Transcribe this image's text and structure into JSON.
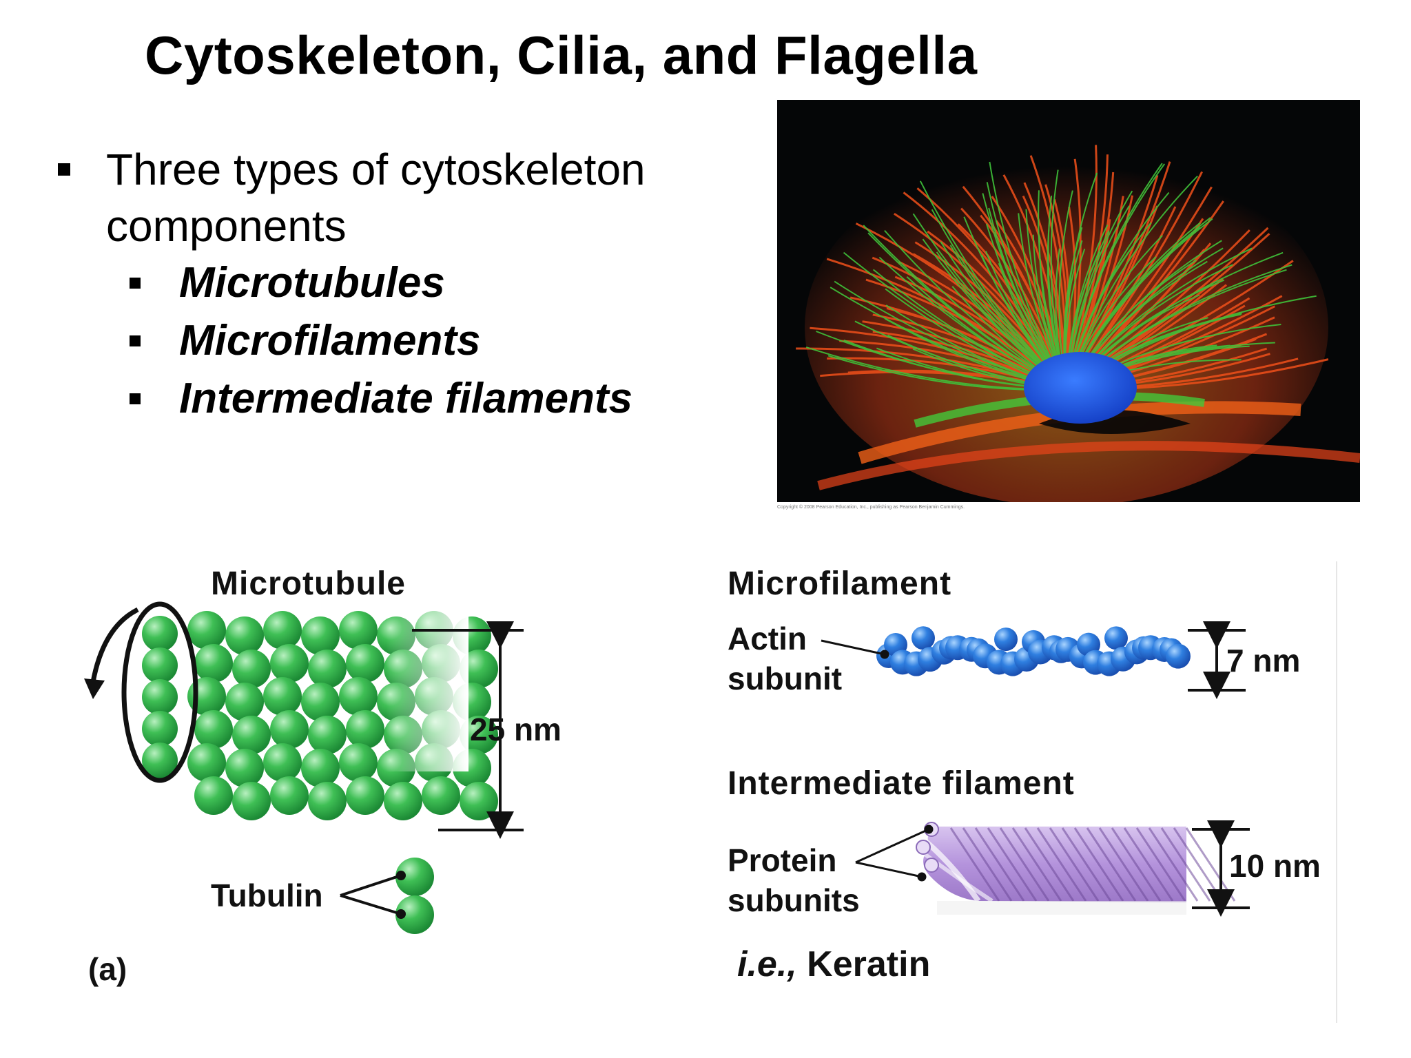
{
  "slide": {
    "title": "Cytoskeleton, Cilia, and Flagella",
    "bullet_main": "Three types of cytoskeleton components",
    "sub_bullets": [
      {
        "label": "Microtubules"
      },
      {
        "label": "Microfilaments"
      },
      {
        "label": "Intermediate filaments"
      }
    ]
  },
  "photo": {
    "credit": "Copyright © 2008 Pearson Education, Inc., publishing as Pearson Benjamin Cummings."
  },
  "diagram": {
    "microtubule": {
      "heading": "Microtubule",
      "dimension": "25 nm",
      "subunit_label": "Tubulin",
      "panel_label": "(a)"
    },
    "microfilament": {
      "heading": "Microfilament",
      "subunit_label_line1": "Actin",
      "subunit_label_line2": "subunit",
      "dimension": "7 nm"
    },
    "intermediate": {
      "heading": "Intermediate filament",
      "subunit_label_line1": "Protein",
      "subunit_label_line2": "subunits",
      "dimension": "10 nm",
      "example_prefix": "i.e.,",
      "example": "Keratin"
    }
  },
  "colors": {
    "tubulin_green": "#2fae4a",
    "actin_blue": "#2a6fd0",
    "filament_purple": "#b89ad8",
    "photo_green": "#3fc23a",
    "photo_orange": "#f0501a",
    "photo_nucleus": "#1f5fe0"
  }
}
